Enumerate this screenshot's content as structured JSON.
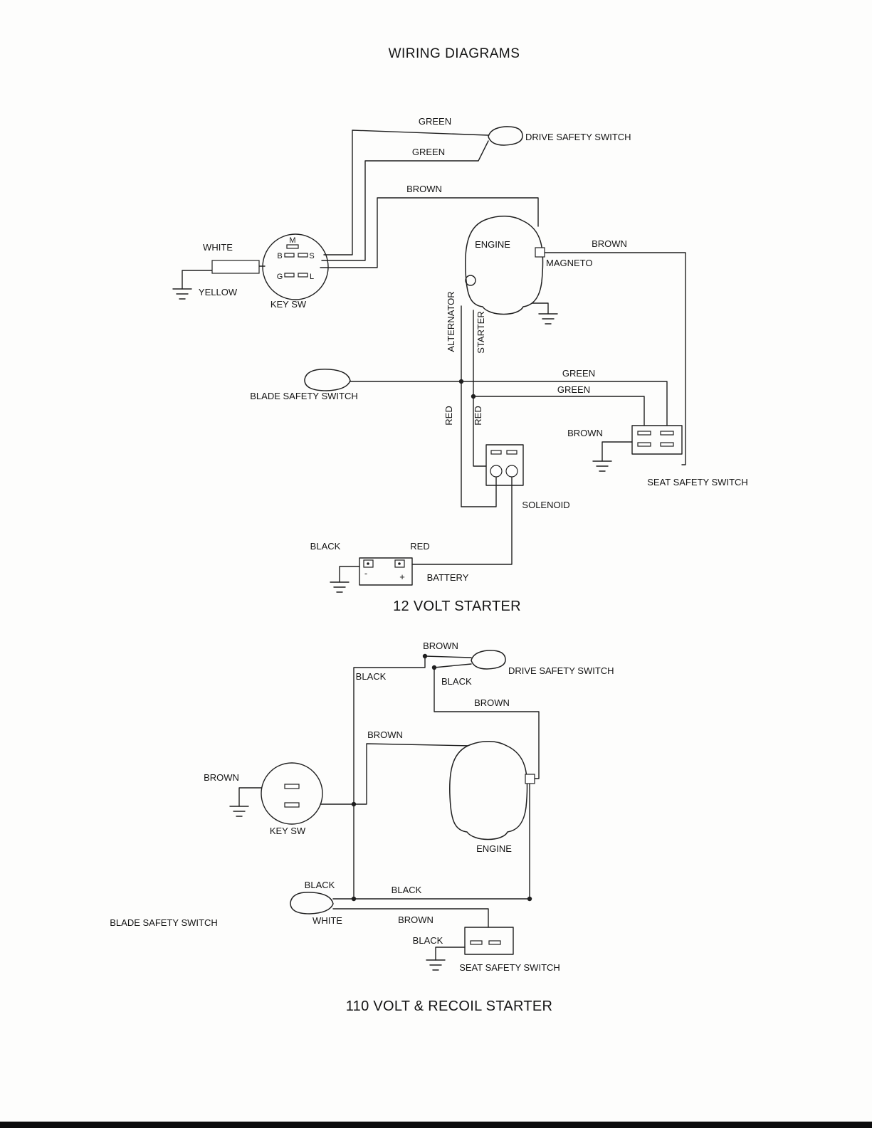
{
  "page": {
    "title": "WIRING DIAGRAMS"
  },
  "d1": {
    "title": "12 VOLT STARTER",
    "labels": {
      "green_top": "GREEN",
      "green_second": "GREEN",
      "brown_key": "BROWN",
      "white": "WHITE",
      "yellow": "YELLOW",
      "brown_magneto": "BROWN",
      "green_seat_top": "GREEN",
      "green_seat_bottom": "GREEN",
      "brown_seat": "BROWN",
      "red_alternator": "RED",
      "red_starter": "RED",
      "black_battery": "BLACK",
      "red_battery": "RED"
    },
    "components": {
      "drive_safety_switch": "DRIVE SAFETY SWITCH",
      "key_switch": "KEY SW",
      "engine": "ENGINE",
      "magneto": "MAGNETO",
      "alternator": "ALTERNATOR",
      "starter": "STARTER",
      "blade_safety_switch": "BLADE SAFETY SWITCH",
      "seat_safety_switch": "SEAT SAFETY SWITCH",
      "solenoid": "SOLENOID",
      "battery": "BATTERY"
    },
    "key_terminals": {
      "m": "M",
      "b": "B",
      "s": "S",
      "g": "G",
      "l": "L"
    },
    "battery_polarity": {
      "neg": "-",
      "pos": "+"
    }
  },
  "d2": {
    "title": "110 VOLT & RECOIL STARTER",
    "labels": {
      "brown_drive": "BROWN",
      "black_feed": "BLACK",
      "black_drive": "BLACK",
      "brown_engine": "BROWN",
      "brown_key_feed": "BROWN",
      "brown_key_ground": "BROWN",
      "black_blade": "BLACK",
      "black_blade_wire": "BLACK",
      "white_blade": "WHITE",
      "brown_blade_wire": "BROWN",
      "black_seat": "BLACK"
    },
    "components": {
      "drive_safety_switch": "DRIVE SAFETY SWITCH",
      "key_switch": "KEY SW",
      "engine": "ENGINE",
      "blade_safety_switch": "BLADE SAFETY SWITCH",
      "seat_safety_switch": "SEAT SAFETY SWITCH"
    }
  }
}
